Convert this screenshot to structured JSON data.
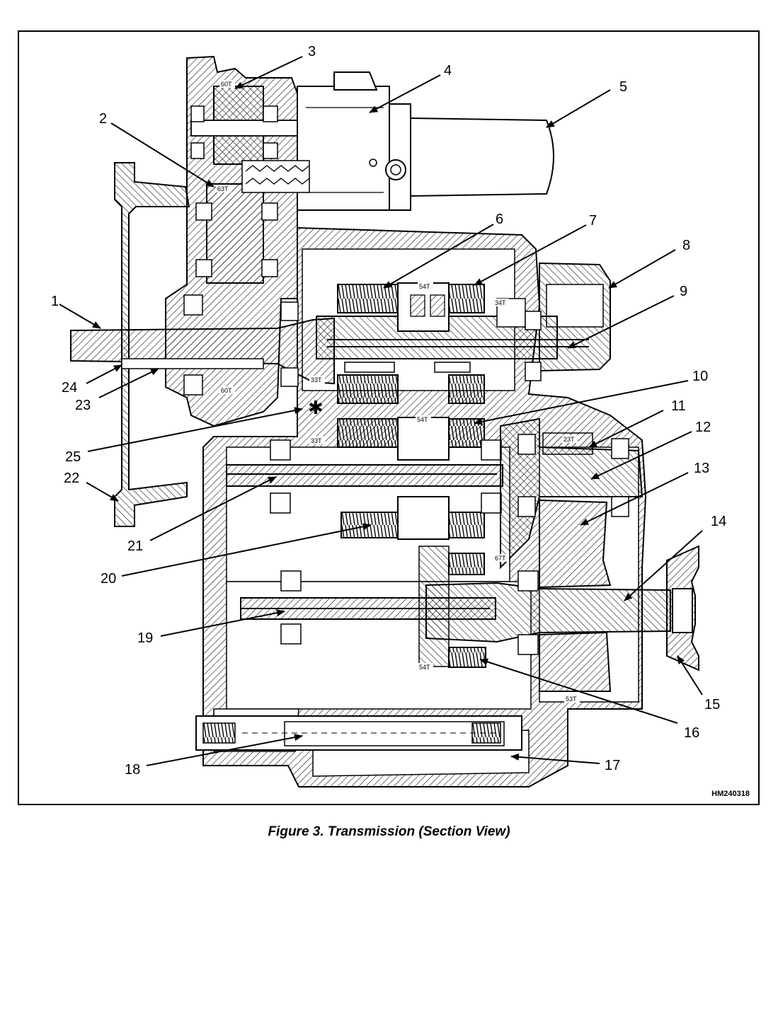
{
  "figure": {
    "caption": "Figure 3.  Transmission (Section View)",
    "drawing_id": "HM240318",
    "star_symbol": "✱"
  },
  "callouts": [
    "1",
    "2",
    "3",
    "4",
    "5",
    "6",
    "7",
    "8",
    "9",
    "10",
    "11",
    "12",
    "13",
    "14",
    "15",
    "16",
    "17",
    "18",
    "19",
    "20",
    "21",
    "22",
    "23",
    "24",
    "25"
  ],
  "tooth_labels": [
    "60T",
    "63T",
    "60T",
    "33T",
    "54T",
    "34T",
    "33T",
    "54T",
    "23T",
    "67T",
    "54T",
    "53T"
  ]
}
